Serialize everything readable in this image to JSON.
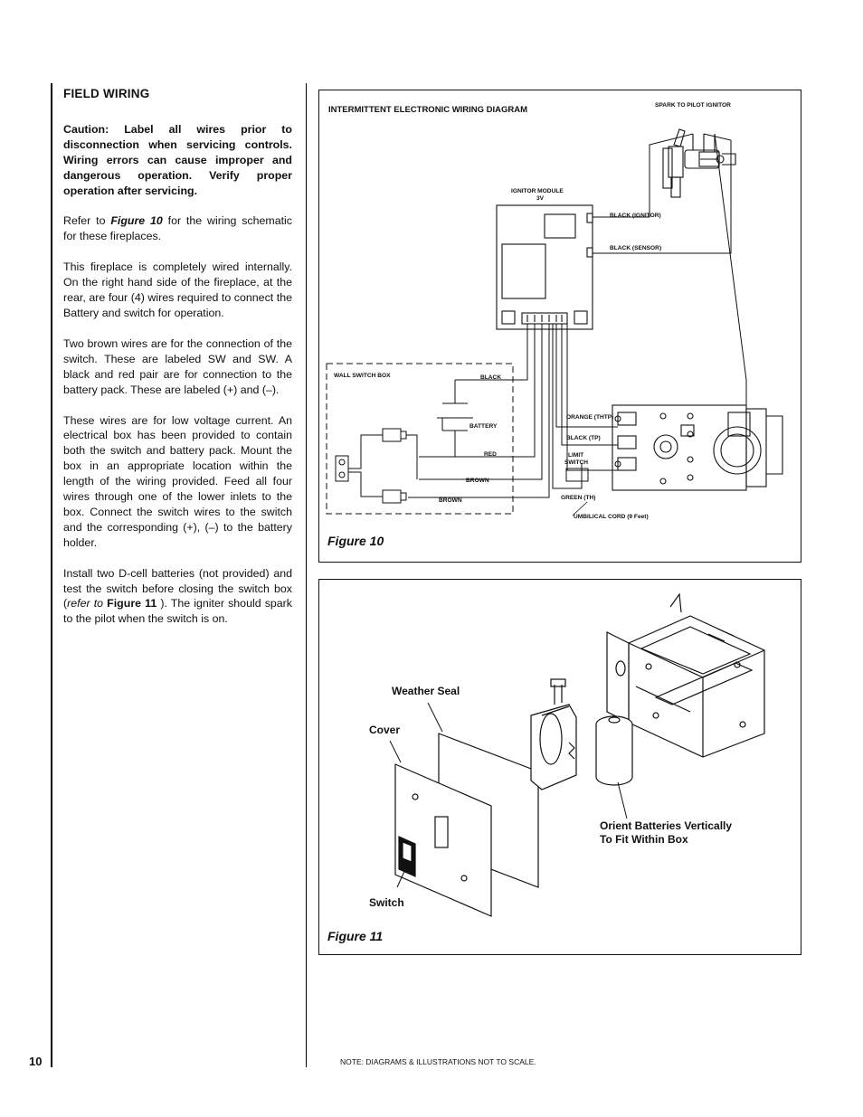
{
  "page": {
    "number": "10",
    "note": "NOTE: DIAGRAMS & ILLUSTRATIONS NOT TO SCALE."
  },
  "field_wiring": {
    "heading": "FIELD WIRING",
    "caution": "Caution: Label all wires prior to disconnection when servicing controls.  Wiring errors can cause improper and dangerous operation. Verify proper operation after servicing.",
    "p1_pre": "Refer to ",
    "p1_ref": "Figure 10",
    "p1_post": " for the wiring schematic for these fireplaces.",
    "p2": "This fireplace is completely wired internally. On the right hand side of the fireplace, at the rear, are four (4) wires required to connect the Battery and switch for operation.",
    "p3": "Two brown wires are for the connection of the switch.  These are labeled SW and SW.  A black and red pair are for connection to the battery pack. These are labeled (+) and (–).",
    "p4": "These wires are for low voltage current.  An electrical box has been provided to contain both the switch and battery pack.  Mount the box in an appropriate location within the length of the wiring provided.  Feed all four wires through one of the lower inlets to the box.  Connect the switch wires to the switch and the corresponding (+), (–) to the battery holder.",
    "p5_pre": "Install two D-cell batteries (not provided) and test the switch before closing the switch box (",
    "p5_refer": "refer to ",
    "p5_ref": "Figure 11",
    "p5_post": " ).  The igniter should spark to the pilot when the switch is on."
  },
  "figure10": {
    "label": "Figure 10",
    "title": "INTERMITTENT ELECTRONIC WIRING DIAGRAM",
    "labels": {
      "spark": "SPARK TO PILOT IGNITOR",
      "module_1": "IGNITOR MODULE",
      "module_2": "3V",
      "black_ignitor": "BLACK (IGNITOR)",
      "black_sensor": "BLACK (SENSOR)",
      "wall_switch_box": "WALL SWITCH BOX",
      "black": "BLACK",
      "battery": "BATTERY",
      "red": "RED",
      "brown1": "BROWN",
      "brown2": "BROWN",
      "orange": "ORANGE (THTP)",
      "black_tp": "BLACK (TP)",
      "limit_1": "LIMIT",
      "limit_2": "SWITCH",
      "green": "GREEN (TH)",
      "umbilical": "UMBILICAL CORD (9 Feet)"
    }
  },
  "figure11": {
    "label": "Figure 11",
    "callouts": {
      "weather_seal": "Weather Seal",
      "cover": "Cover",
      "orient_1": "Orient Batteries Vertically",
      "orient_2": "To Fit Within Box",
      "switch": "Switch"
    }
  }
}
